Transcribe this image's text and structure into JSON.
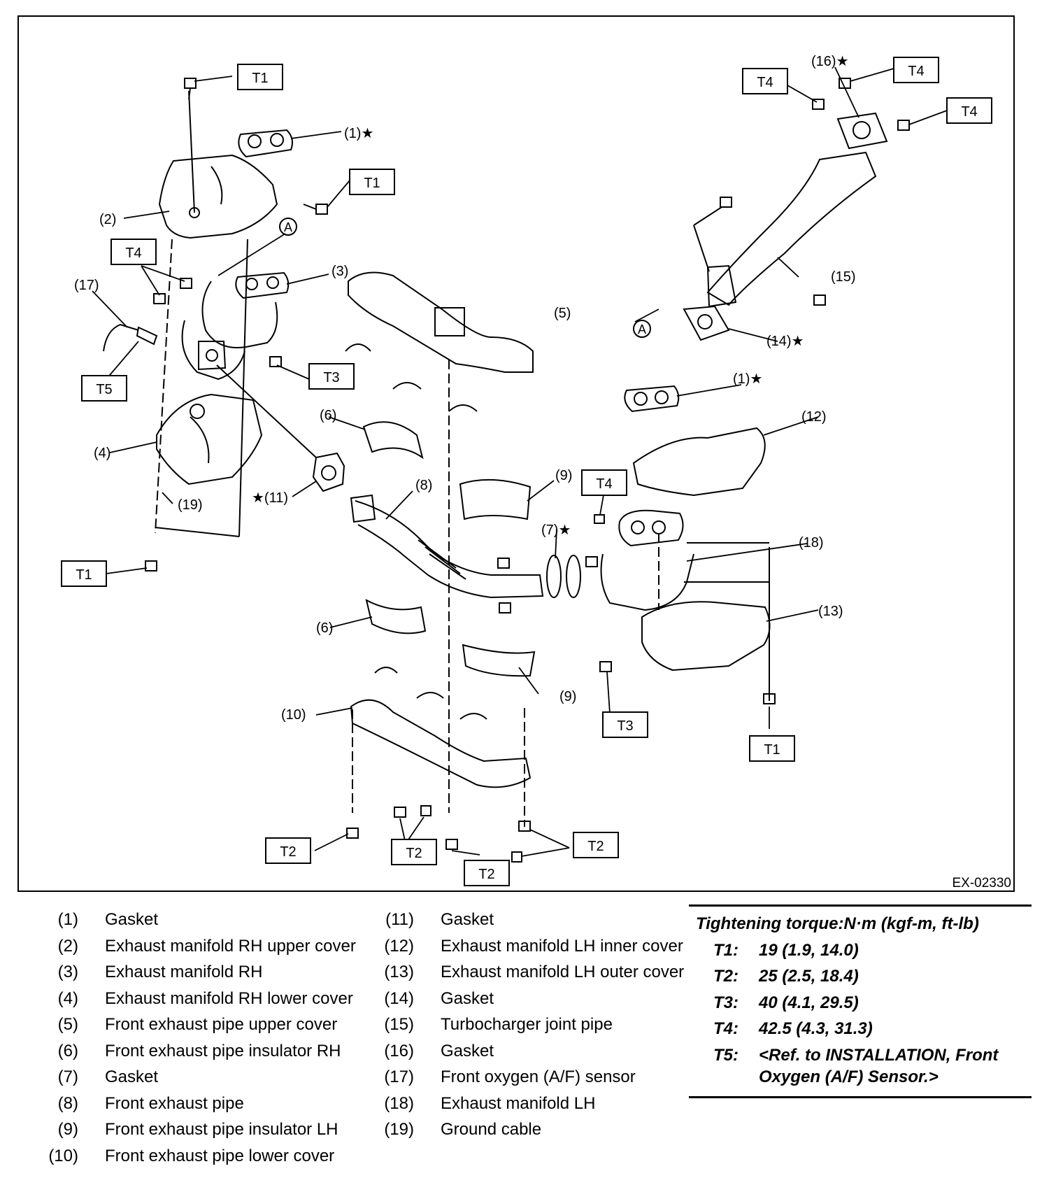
{
  "diagram": {
    "figure_code": "EX-02330",
    "view_marker": "A",
    "torque_boxes": [
      "T1",
      "T1",
      "T1",
      "T1",
      "T2",
      "T2",
      "T2",
      "T2",
      "T3",
      "T3",
      "T4",
      "T4",
      "T4",
      "T4",
      "T4",
      "T5"
    ],
    "callouts": [
      "(1)★",
      "(1)★",
      "(2)",
      "(3)",
      "(4)",
      "(5)",
      "(6)",
      "(6)",
      "(7)★",
      "(8)",
      "(9)",
      "(9)",
      "(10)",
      "★(11)",
      "(12)",
      "(13)",
      "(14)★",
      "(15)",
      "(16)★",
      "(17)",
      "(18)",
      "(19)"
    ]
  },
  "parts_left": [
    {
      "num": "(1)",
      "name": "Gasket"
    },
    {
      "num": "(2)",
      "name": "Exhaust manifold RH upper cover"
    },
    {
      "num": "(3)",
      "name": "Exhaust manifold RH"
    },
    {
      "num": "(4)",
      "name": "Exhaust manifold RH lower cover"
    },
    {
      "num": "(5)",
      "name": "Front exhaust pipe upper cover"
    },
    {
      "num": "(6)",
      "name": "Front exhaust pipe insulator RH"
    },
    {
      "num": "(7)",
      "name": "Gasket"
    },
    {
      "num": "(8)",
      "name": "Front exhaust pipe"
    },
    {
      "num": "(9)",
      "name": "Front exhaust pipe insulator LH"
    },
    {
      "num": "(10)",
      "name": "Front exhaust pipe lower cover"
    }
  ],
  "parts_right": [
    {
      "num": "(11)",
      "name": "Gasket"
    },
    {
      "num": "(12)",
      "name": "Exhaust manifold LH inner cover"
    },
    {
      "num": "(13)",
      "name": "Exhaust manifold LH outer cover"
    },
    {
      "num": "(14)",
      "name": "Gasket"
    },
    {
      "num": "(15)",
      "name": "Turbocharger joint pipe"
    },
    {
      "num": "(16)",
      "name": "Gasket"
    },
    {
      "num": "(17)",
      "name": "Front oxygen (A/F) sensor"
    },
    {
      "num": "(18)",
      "name": "Exhaust manifold LH"
    },
    {
      "num": "(19)",
      "name": "Ground cable"
    }
  ],
  "torque": {
    "heading": "Tightening torque:N·m (kgf-m, ft-lb)",
    "items": [
      {
        "label": "T1:",
        "value": "19 (1.9, 14.0)"
      },
      {
        "label": "T2:",
        "value": "25 (2.5, 18.4)"
      },
      {
        "label": "T3:",
        "value": "40 (4.1, 29.5)"
      },
      {
        "label": "T4:",
        "value": "42.5 (4.3, 31.3)"
      },
      {
        "label": "T5:",
        "value": "<Ref. to INSTALLATION, Front Oxygen (A/F) Sensor.>"
      }
    ]
  }
}
